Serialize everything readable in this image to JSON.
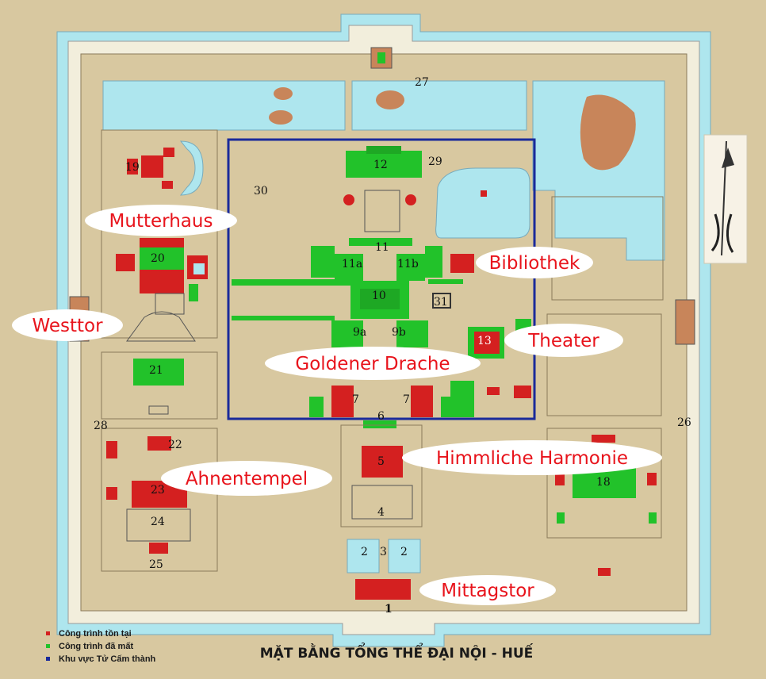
{
  "title": "MẶT BẰNG TỔNG THỂ ĐẠI NỘI - HUẾ",
  "legend": [
    {
      "label": "Công trình tồn tại",
      "color": "#d42020"
    },
    {
      "label": "Công trình đã mất",
      "color": "#22c22a"
    },
    {
      "label": "Khu vực Tử Cấm thành",
      "color": "#1a2a9a"
    }
  ],
  "callouts": {
    "mutterhaus": "Mutterhaus",
    "westtor": "Westtor",
    "bibliothek": "Bibliothek",
    "theater": "Theater",
    "goldener_drache": "Goldener Drache",
    "himmliche_harmonie": "Himmliche Harmonie",
    "ahnentempel": "Ahnentempel",
    "mittagstor": "Mittagstor"
  },
  "numbers": {
    "n1": "1",
    "n2a": "2",
    "n2b": "2",
    "n3": "3",
    "n4": "4",
    "n5": "5",
    "n6": "6",
    "n7a": "7",
    "n7b": "7",
    "n9a": "9a",
    "n9b": "9b",
    "n10": "10",
    "n11": "11",
    "n11a": "11a",
    "n11b": "11b",
    "n12": "12",
    "n13": "13",
    "n18": "18",
    "n19": "19",
    "n20": "20",
    "n21": "21",
    "n22": "22",
    "n23": "23",
    "n24": "24",
    "n25": "25",
    "n26": "26",
    "n27": "27",
    "n28": "28",
    "n29": "29",
    "n30": "30",
    "n31": "31"
  },
  "colors": {
    "ground": "#d8c8a0",
    "water": "#aee6ee",
    "wall": "#f2eedc",
    "existing": "#d42020",
    "lost": "#22c22a",
    "forbidden_city": "#1a2a9a"
  }
}
